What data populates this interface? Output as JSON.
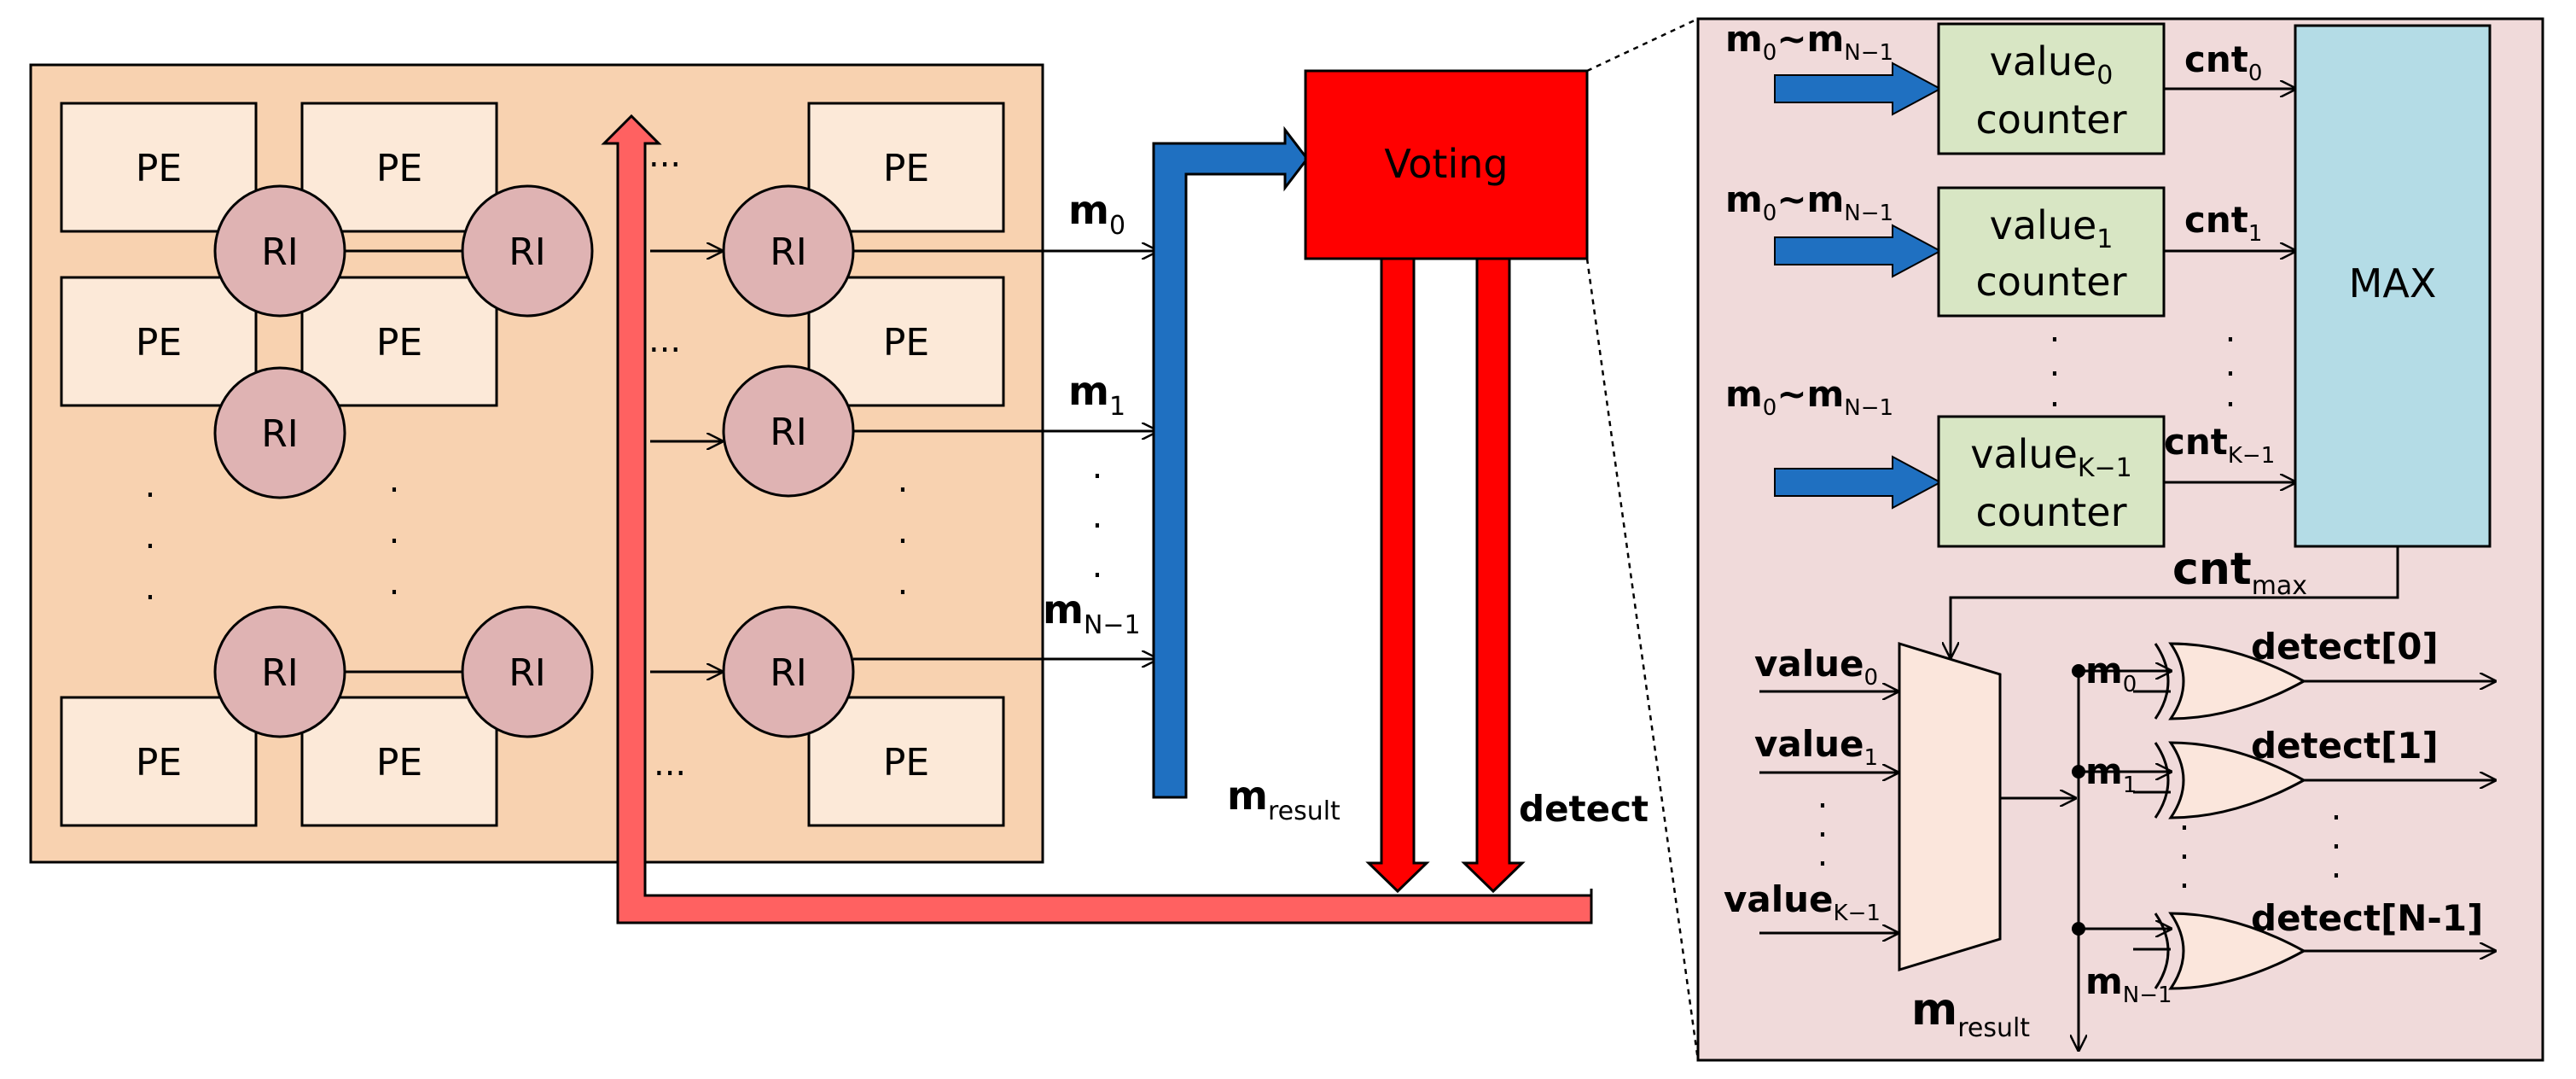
{
  "array": {
    "pe_label": "PE",
    "ri_label": "RI",
    "ellipsis": "...",
    "vdots": "."
  },
  "signals": {
    "m": "m",
    "sub_0": "0",
    "sub_1": "1",
    "sub_n1": "N−1",
    "sub_result": "result",
    "detect": "detect"
  },
  "voting": {
    "label": "Voting"
  },
  "zoom": {
    "input_label_m": "m",
    "input_sub_0": "0",
    "input_tilde": "~",
    "input_sub_n1": "N−1",
    "counter_value": "value",
    "counter_sub_0": "0",
    "counter_sub_1": "1",
    "counter_sub_k1": "K−1",
    "counter_word": "counter",
    "cnt": "cnt",
    "cnt_sub_0": "0",
    "cnt_sub_1": "1",
    "cnt_sub_k1": "K−1",
    "cnt_sub_max": "max",
    "max_label": "MAX",
    "mux_value": "value",
    "mux_sub_0": "0",
    "mux_sub_1": "1",
    "mux_sub_k1": "K−1",
    "xor_m": "m",
    "xor_sub_0": "0",
    "xor_sub_1": "1",
    "xor_sub_n1": "N−1",
    "detect_0": "detect[0]",
    "detect_1": "detect[1]",
    "detect_n1": "detect[N-1]",
    "m_result": "m",
    "m_result_sub": "result"
  },
  "colors": {
    "array_bg": "#f8d2b0",
    "pe_fill": "#fce9d8",
    "ri_fill": "#dfb3b3",
    "voting_fill": "#ff0000",
    "blue_bus": "#1f70c1",
    "red_bus": "#ff6161",
    "zoom_bg": "#f0dada",
    "counter_fill": "#d8e6c4",
    "max_fill": "#b4dce6",
    "mux_fill": "#fbe6dc",
    "xor_fill": "#fbe6dc"
  }
}
